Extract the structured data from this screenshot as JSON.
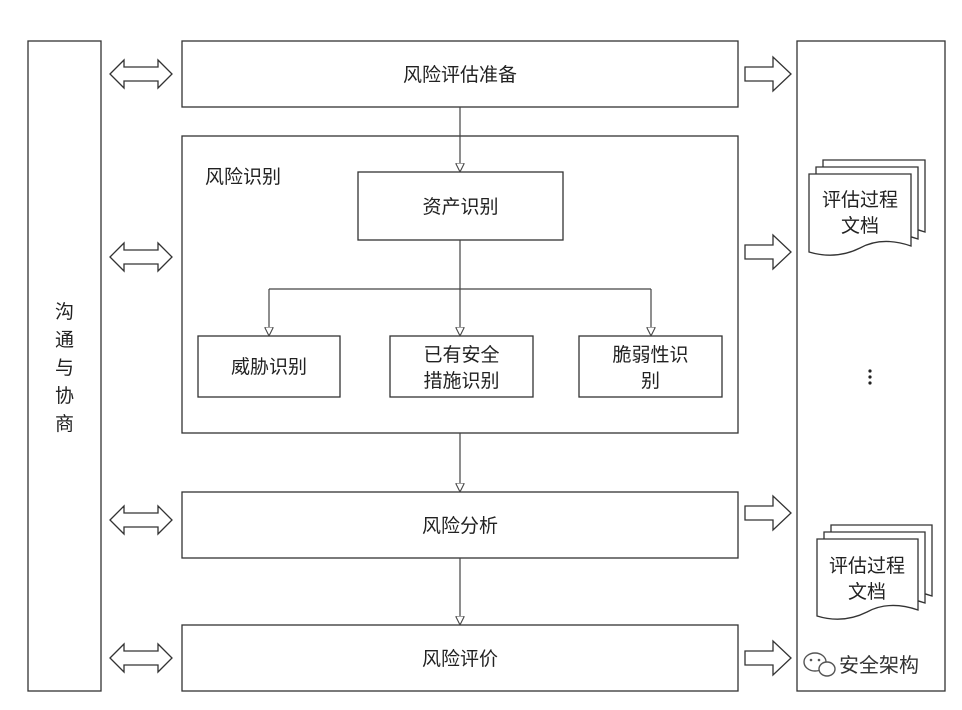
{
  "left_panel": {
    "lines": [
      "沟",
      "通",
      "与",
      "协",
      "商"
    ]
  },
  "stages": {
    "prepare": "风险评估准备",
    "identify": "风险识别",
    "analyze": "风险分析",
    "evaluate": "风险评价"
  },
  "identify_sub": {
    "asset": "资产识别",
    "threat": "威胁识别",
    "existing_measures": [
      "已有安全",
      "措施识别"
    ],
    "vulnerability": [
      "脆弱性识",
      "别"
    ]
  },
  "documents": {
    "doc_top": [
      "评估过程",
      "文档"
    ],
    "doc_bottom": [
      "评估过程",
      "文档"
    ]
  },
  "watermark": {
    "text": "安全架构"
  }
}
